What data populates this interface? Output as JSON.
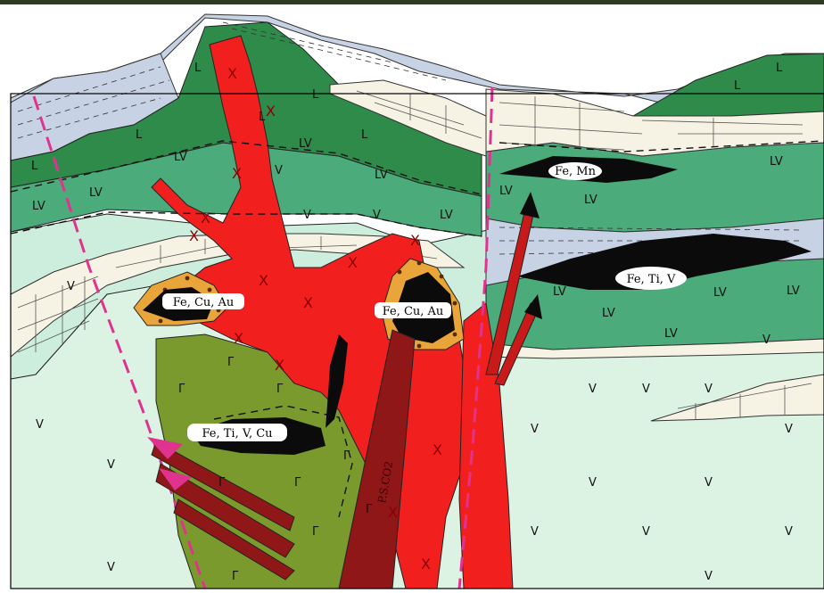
{
  "labels": {
    "fe_mn": "Fe, Mn",
    "fe_ti_v": "Fe, Ti, V",
    "fe_cu_au_left": "Fe, Cu, Au",
    "fe_cu_au_right": "Fe, Cu, Au",
    "fe_ti_v_cu": "Fe, Ti, V, Cu",
    "fluid": "P.S.CO2"
  },
  "symbols": {
    "volcanic": "V",
    "lava_volcanic": "LV",
    "lava": "L",
    "granite": "X",
    "gabbro": "Г"
  },
  "colors": {
    "top_strip": "#2e3a22",
    "shale": "#c7d3e5",
    "limestone": "#f6f3e4",
    "dark_green": "#2f8b4a",
    "mid_green": "#4cab7b",
    "pale_green": "#cdeedd",
    "light_green": "#dcf3e4",
    "olive": "#7a9a2e",
    "granite_red": "#f21f1f",
    "ore_black": "#0b0b0b",
    "skarn_orange": "#e9a53a",
    "dark_red": "#8f1717",
    "magenta": "#e0338f"
  }
}
